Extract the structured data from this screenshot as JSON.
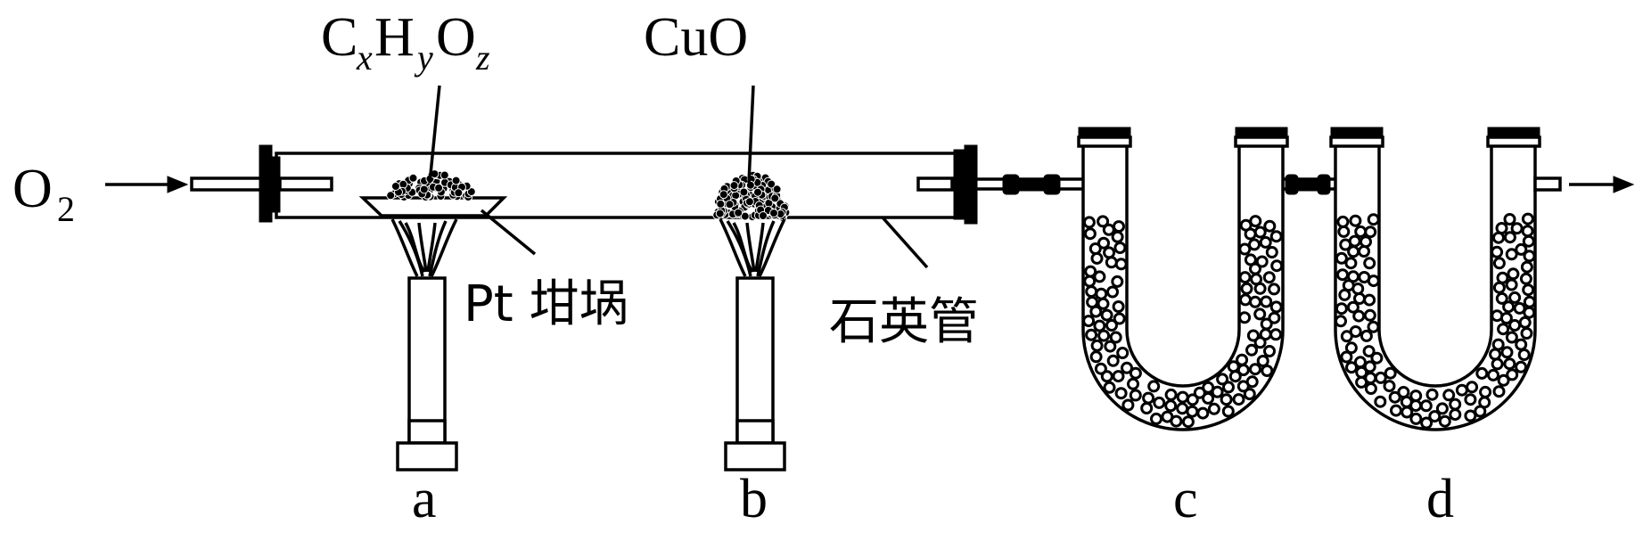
{
  "labels": {
    "o2": "O",
    "o2_sub": "2",
    "sample": {
      "c": "C",
      "x": "x",
      "h": "H",
      "y": "y",
      "o": "O",
      "z": "z"
    },
    "cuo": "CuO",
    "pt_crucible": "Pt 坩埚",
    "quartz_tube": "石英管",
    "a": "a",
    "b": "b",
    "c": "c",
    "d": "d"
  },
  "icons": {
    "inlet_arrow": "right-arrow-icon",
    "outlet_arrow": "right-arrow-icon",
    "burner": "alcohol-burner-icon",
    "u_tube": "u-tube-icon"
  },
  "colors": {
    "ink": "#000000",
    "background": "#ffffff"
  }
}
